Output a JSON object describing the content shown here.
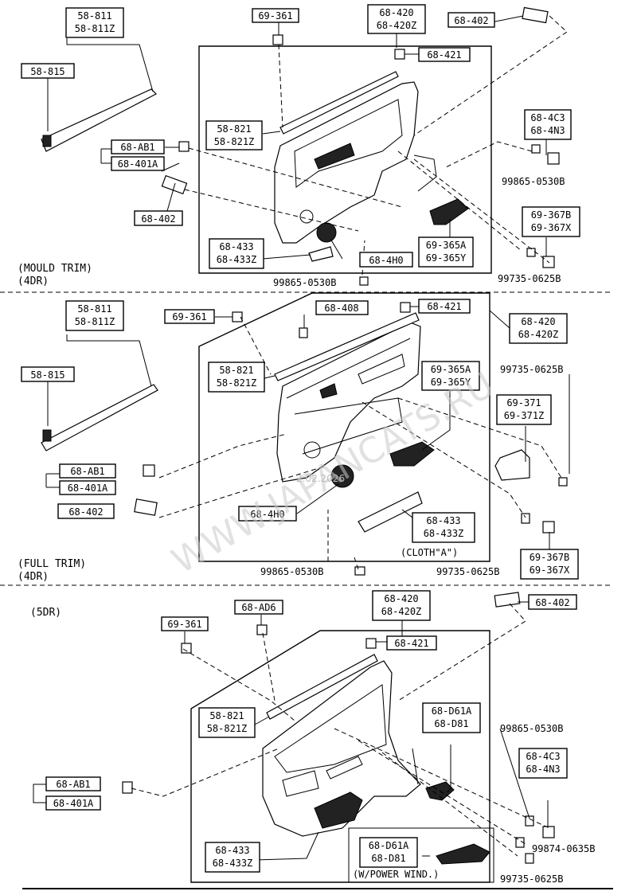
{
  "sections": {
    "s1": {
      "line1": "(MOULD TRIM)",
      "line2": "(4DR)"
    },
    "s2": {
      "line1": "(FULL TRIM)",
      "line2": "(4DR)"
    },
    "s3": {
      "line1": "(5DR)"
    }
  },
  "watermark": {
    "site": "WWW.JAPANCATS.RU",
    "date": "2.02.2026"
  },
  "s1_labels": {
    "p58811": [
      "58-811",
      "58-811Z"
    ],
    "p58815": [
      "58-815"
    ],
    "p69361": [
      "69-361"
    ],
    "p68420": [
      "68-420",
      "68-420Z"
    ],
    "p68402a": [
      "68-402"
    ],
    "p68421": [
      "68-421"
    ],
    "p58821": [
      "58-821",
      "58-821Z"
    ],
    "p68ab1": [
      "68-AB1"
    ],
    "p68401a": [
      "68-401A"
    ],
    "p68402b": [
      "68-402"
    ],
    "p684c3": [
      "68-4C3",
      "68-4N3"
    ],
    "p69367": [
      "69-367B",
      "69-367X"
    ],
    "p69365": [
      "69-365A",
      "69-365Y"
    ],
    "p68433": [
      "68-433",
      "68-433Z"
    ],
    "p684h0": [
      "68-4H0"
    ],
    "t_99865a": "99865-0530B",
    "t_99865b": "99865-0530B",
    "t_99735": "99735-0625B"
  },
  "s2_labels": {
    "p58811": [
      "58-811",
      "58-811Z"
    ],
    "p58815": [
      "58-815"
    ],
    "p69361": [
      "69-361"
    ],
    "p68408": [
      "68-408"
    ],
    "p68421": [
      "68-421"
    ],
    "p68420": [
      "68-420",
      "68-420Z"
    ],
    "p58821": [
      "58-821",
      "58-821Z"
    ],
    "p69365": [
      "69-365A",
      "69-365Y"
    ],
    "p69371": [
      "69-371",
      "69-371Z"
    ],
    "p68ab1": [
      "68-AB1"
    ],
    "p68401a": [
      "68-401A"
    ],
    "p68402": [
      "68-402"
    ],
    "p684h0": [
      "68-4H0"
    ],
    "p68433": [
      "68-433",
      "68-433Z"
    ],
    "p69367": [
      "69-367B",
      "69-367X"
    ],
    "t_cloth": "(CLOTH\"A\")",
    "t_99735a": "99735-0625B",
    "t_99865": "99865-0530B",
    "t_99735b": "99735-0625B"
  },
  "s3_labels": {
    "p68ad6": [
      "68-AD6"
    ],
    "p68420": [
      "68-420",
      "68-420Z"
    ],
    "p68402": [
      "68-402"
    ],
    "p69361": [
      "69-361"
    ],
    "p68421": [
      "68-421"
    ],
    "p58821": [
      "58-821",
      "58-821Z"
    ],
    "p68d61a": [
      "68-D61A",
      "68-D81"
    ],
    "p684c3": [
      "68-4C3",
      "68-4N3"
    ],
    "p68ab1": [
      "68-AB1"
    ],
    "p68401a": [
      "68-401A"
    ],
    "p68433": [
      "68-433",
      "68-433Z"
    ],
    "p68d61b": [
      "68-D61A",
      "68-D81"
    ],
    "t_powerwind": "(W/POWER WIND.)",
    "t_99865": "99865-0530B",
    "t_99874": "99874-0635B",
    "t_99735": "99735-0625B"
  }
}
